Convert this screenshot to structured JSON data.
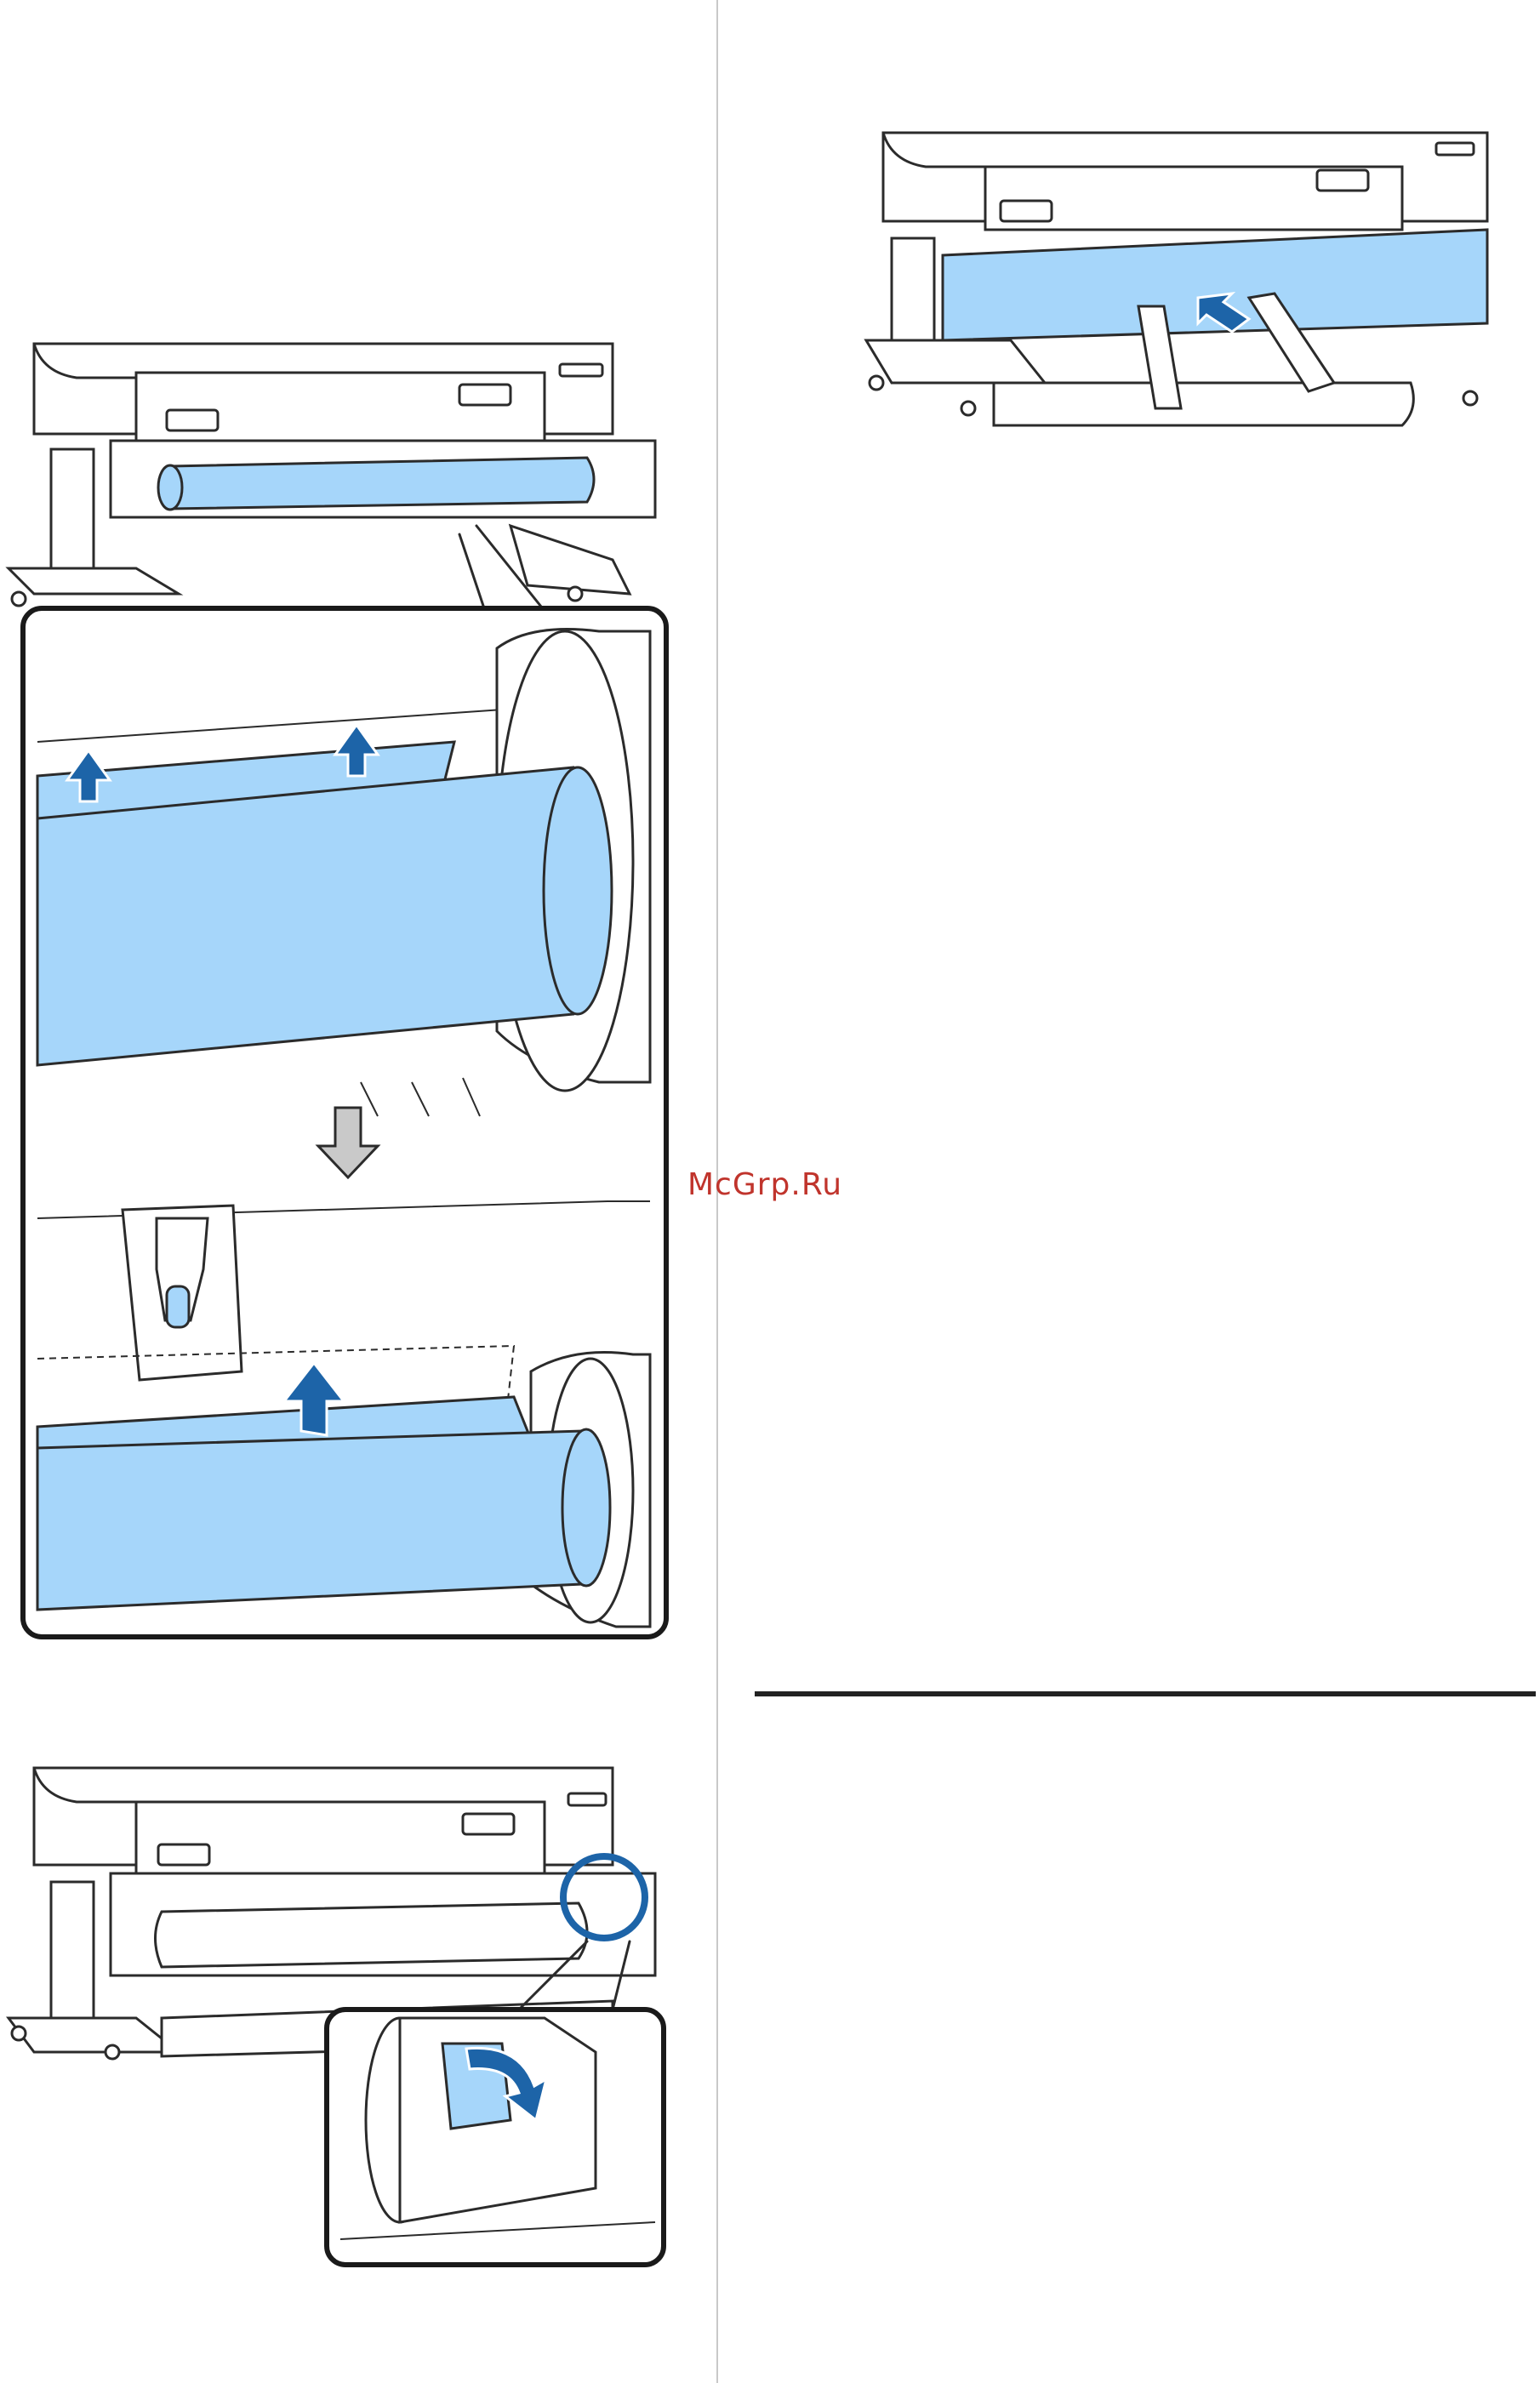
{
  "watermark": {
    "text": "McGrp.Ru",
    "color": "#c0342c"
  },
  "colors": {
    "paper": "#a6d6fa",
    "arrow": "#1d64a8",
    "highlight_ring": "#1d64a8",
    "divider": "#c9c9c9",
    "rule": "#222222"
  },
  "figures": [
    {
      "id": "printer-front-paper-loaded",
      "icons": [
        "printer-illustration",
        "paper-roll",
        "magnifier-inset"
      ]
    },
    {
      "id": "paper-edge-align-detail",
      "icons": [
        "up-arrow-icon",
        "down-arrow-icon",
        "paper-guide-lever"
      ]
    },
    {
      "id": "printer-lock-lever",
      "icons": [
        "printer-illustration",
        "highlight-circle",
        "rotate-arrow-icon"
      ]
    },
    {
      "id": "printer-rear-hands-feed",
      "icons": [
        "printer-illustration",
        "hands",
        "push-arrow-icon"
      ]
    }
  ]
}
